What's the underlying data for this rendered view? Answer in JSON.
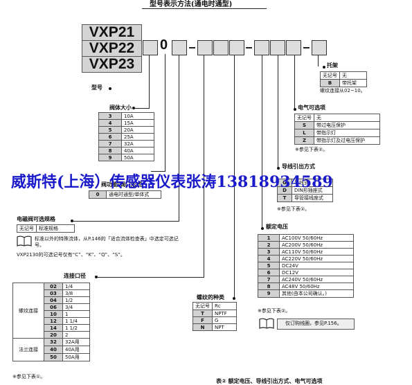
{
  "title": "型号表示方法(通电时通型)",
  "models": [
    "VXP21",
    "VXP22",
    "VXP23"
  ],
  "model_label": "型号",
  "fixed_digit": "0",
  "tray": {
    "label": "托架",
    "header": [
      "无记号",
      "无"
    ],
    "rows": [
      [
        "B",
        "带托架"
      ]
    ],
    "note": "螺纹连接从02~10。"
  },
  "electrical": {
    "label": "电气可选项",
    "header": [
      "无记号",
      "无"
    ],
    "rows": [
      [
        "S",
        "带过电压保护"
      ],
      [
        "L",
        "带指示灯"
      ],
      [
        "Z",
        "带指示灯及过电压保护"
      ]
    ],
    "note": "※参见下表②。"
  },
  "wiring": {
    "label": "导线引出方式",
    "rows": [
      [
        "G",
        "导线式"
      ],
      [
        "D",
        "DIN形插座式"
      ],
      [
        "T",
        "导管接线座式"
      ]
    ],
    "note": "※参见下表②。"
  },
  "body_size": {
    "label": "阀体大小",
    "rows": [
      [
        "3",
        "10A"
      ],
      [
        "4",
        "15A"
      ],
      [
        "5",
        "20A"
      ],
      [
        "6",
        "25A"
      ],
      [
        "7",
        "32A"
      ],
      [
        "8",
        "40A"
      ],
      [
        "9",
        "50A"
      ]
    ]
  },
  "valve_function": {
    "label": "阀功能/阀门形式",
    "rows": [
      [
        "0",
        "通电时通型/单体式"
      ]
    ]
  },
  "solenoid_option": {
    "label": "电磁阀可选规格",
    "header": [
      "无记号",
      "标准规格"
    ],
    "note1": "标准以外的特殊流体，从P.146的「适合流体检查表」中选定可选记号。",
    "note2": "VXP2130的可选记号仅有“C”、“K”、“Q”、“S”。"
  },
  "voltage": {
    "label": "额定电压",
    "rows": [
      [
        "1",
        "AC100V 50/60Hz"
      ],
      [
        "2",
        "AC200V 50/60Hz"
      ],
      [
        "3",
        "AC110V 50/60Hz"
      ],
      [
        "4",
        "AC220V 50/60Hz"
      ],
      [
        "5",
        "DC24V"
      ],
      [
        "6",
        "DC12V"
      ],
      [
        "7",
        "AC240V 50/60Hz"
      ],
      [
        "8",
        "AC48V 50/60Hz"
      ],
      [
        "9",
        "其他(由本公司确认。)"
      ]
    ],
    "note": "※参见下表②。",
    "ref": "仅订购线圈，参见P.156。"
  },
  "thread": {
    "label": "螺纹的种类",
    "header": [
      "无记号",
      "Rc"
    ],
    "rows": [
      [
        "T",
        "NPTF"
      ],
      [
        "F",
        "G"
      ],
      [
        "N",
        "NPT"
      ]
    ]
  },
  "port": {
    "label": "连接口径",
    "group1": "螺纹连接",
    "group2": "法兰连接",
    "rows1": [
      [
        "02",
        "1/4"
      ],
      [
        "03",
        "3/8"
      ],
      [
        "04",
        "1/2"
      ],
      [
        "06",
        "3/4"
      ],
      [
        "10",
        "1"
      ],
      [
        "12",
        "1 1/4"
      ],
      [
        "14",
        "1 1/2"
      ],
      [
        "20",
        "2"
      ]
    ],
    "rows2": [
      [
        "32",
        "32A用"
      ],
      [
        "40",
        "40A用"
      ],
      [
        "50",
        "50A用"
      ]
    ],
    "note": "※参见下表①。"
  },
  "footer": "表② 额定电压、导线引出方式、电气可选项",
  "watermark": "威斯特(上海）传感器仪表张涛13818934589"
}
